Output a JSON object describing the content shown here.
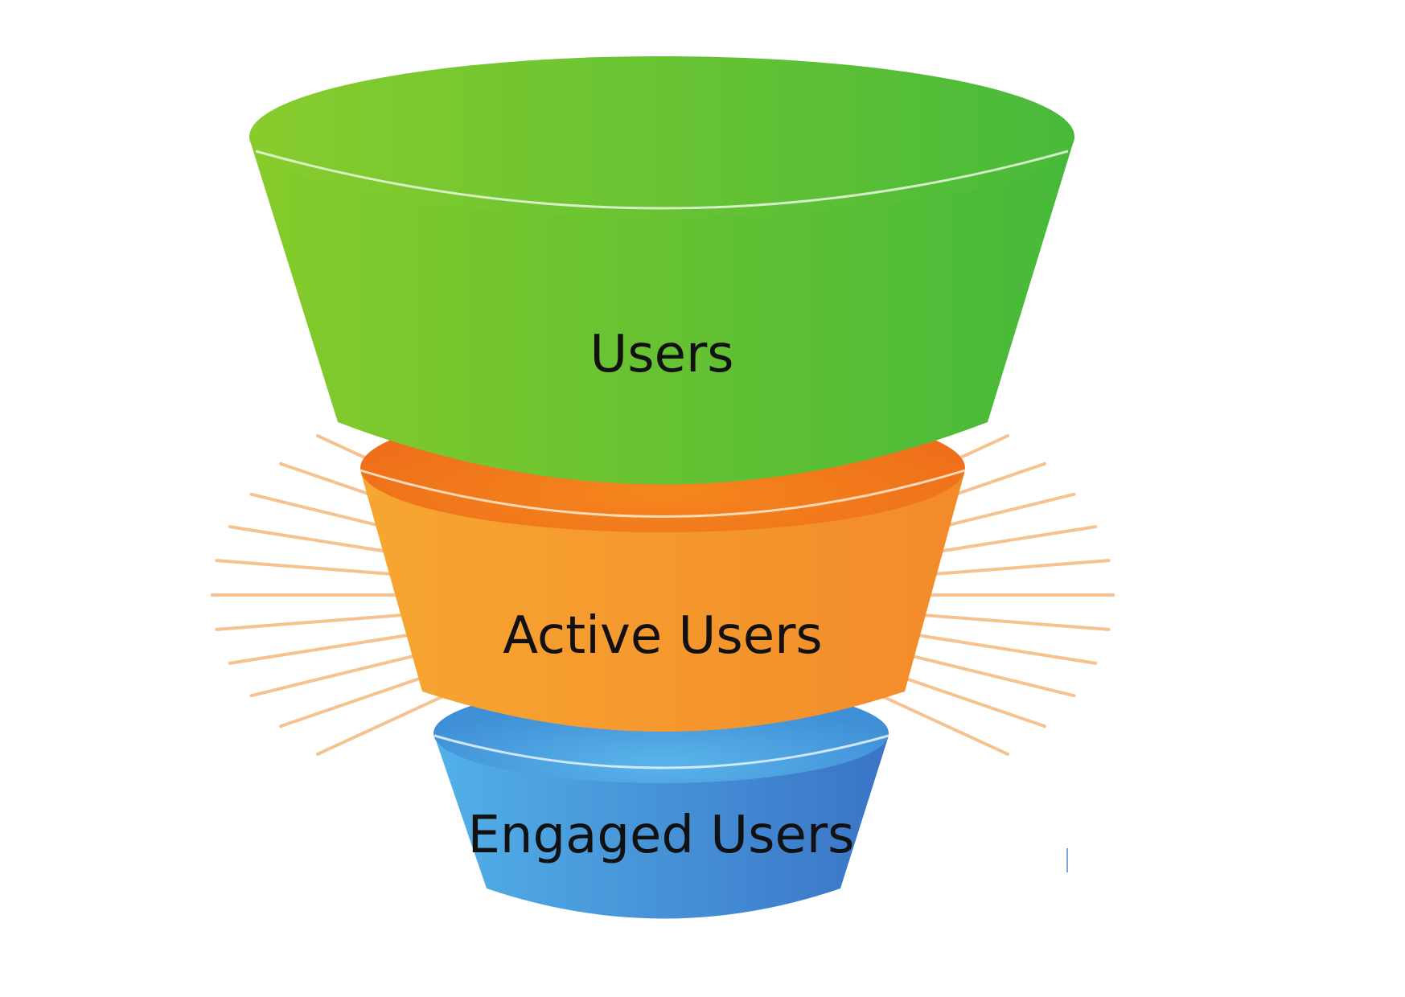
{
  "diagram": {
    "type": "funnel",
    "stages": [
      {
        "label": "Users",
        "color_left": "#86cb2a",
        "color_right": "#46b93a",
        "rim_color": "#66c234"
      },
      {
        "label": "Active Users",
        "color_left": "#f7a631",
        "color_right": "#f38a2a",
        "rim_color": "#ef6f1a"
      },
      {
        "label": "Engaged Users",
        "color_left": "#4eaee6",
        "color_right": "#3a78c8",
        "rim_color": "#4a9ee0"
      }
    ],
    "ray_color": "#f5b87d",
    "rim_highlight": "#e8f2ff"
  }
}
